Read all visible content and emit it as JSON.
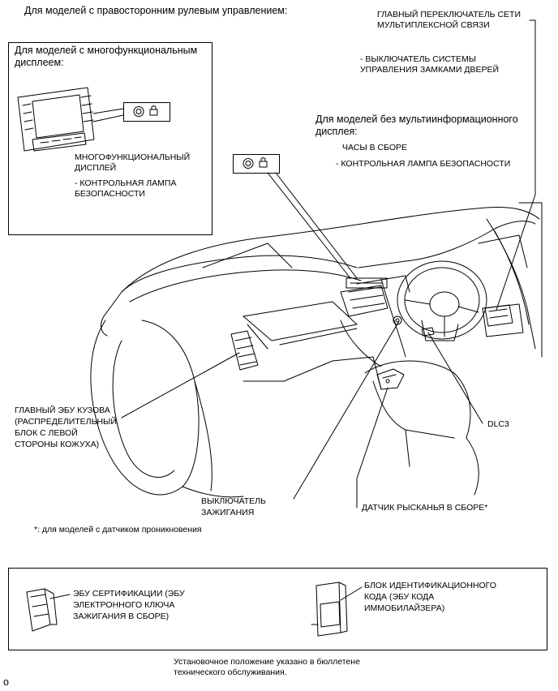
{
  "header": {
    "rhd_note": "Для моделей с правосторонним рулевым управлением:"
  },
  "inset_multi": {
    "title_line1": "Для моделей с многофункциональным",
    "title_line2": "дисплеем:",
    "label_line1": "МНОГОФУНКЦИОНАЛЬНЫЙ",
    "label_line2": "ДИСПЛЕЙ",
    "lamp_line1": "- КОНТРОЛЬНАЯ ЛАМПА",
    "lamp_line2": "БЕЗОПАСНОСТИ"
  },
  "right_top": {
    "switch_line1": "ГЛАВНЫЙ ПЕРЕКЛЮЧАТЕЛЬ СЕТИ",
    "switch_line2": "МУЛЬТИПЛЕКСНОЙ СВЯЗИ",
    "door_line1": "- ВЫКЛЮЧАТЕЛЬ СИСТЕМЫ",
    "door_line2": "УПРАВЛЕНИЯ ЗАМКАМИ ДВЕРЕЙ"
  },
  "no_display": {
    "title_line1": "Для моделей без мультиинформационного",
    "title_line2": "дисплея:",
    "clock": "ЧАСЫ В СБОРЕ",
    "lamp": "- КОНТРОЛЬНАЯ ЛАМПА БЕЗОПАСНОСТИ"
  },
  "callouts": {
    "body_ecu_line1": "ГЛАВНЫЙ ЭБУ КУЗОВА",
    "body_ecu_line2": "(РАСПРЕДЕЛИТЕЛЬНЫЙ",
    "body_ecu_line3": "БЛОК С ЛЕВОЙ",
    "body_ecu_line4": "СТОРОНЫ КОЖУХА)",
    "dlc3": "DLC3",
    "ignition_line1": "ВЫКЛЮЧАТЕЛЬ",
    "ignition_line2": "ЗАЖИГАНИЯ",
    "yaw": "ДАТЧИК РЫСКАНЬЯ В СБОРЕ*"
  },
  "footnote": "*: для моделей с датчиком проникновения",
  "bottom_box": {
    "cert_line1": "ЭБУ СЕРТИФИКАЦИИ (ЭБУ",
    "cert_line2": "ЭЛЕКТРОННОГО КЛЮЧА",
    "cert_line3": "ЗАЖИГАНИЯ В СБОРЕ)",
    "id_line1": "БЛОК ИДЕНТИФИКАЦИОННОГО",
    "id_line2": "КОДА (ЭБУ КОДА",
    "id_line3": "ИММОБИЛАЙЗЕРА)"
  },
  "bottom_note_line1": "Установочное положение указано в бюллетене",
  "bottom_note_line2": "технического обслуживания.",
  "corner_mark": "o"
}
